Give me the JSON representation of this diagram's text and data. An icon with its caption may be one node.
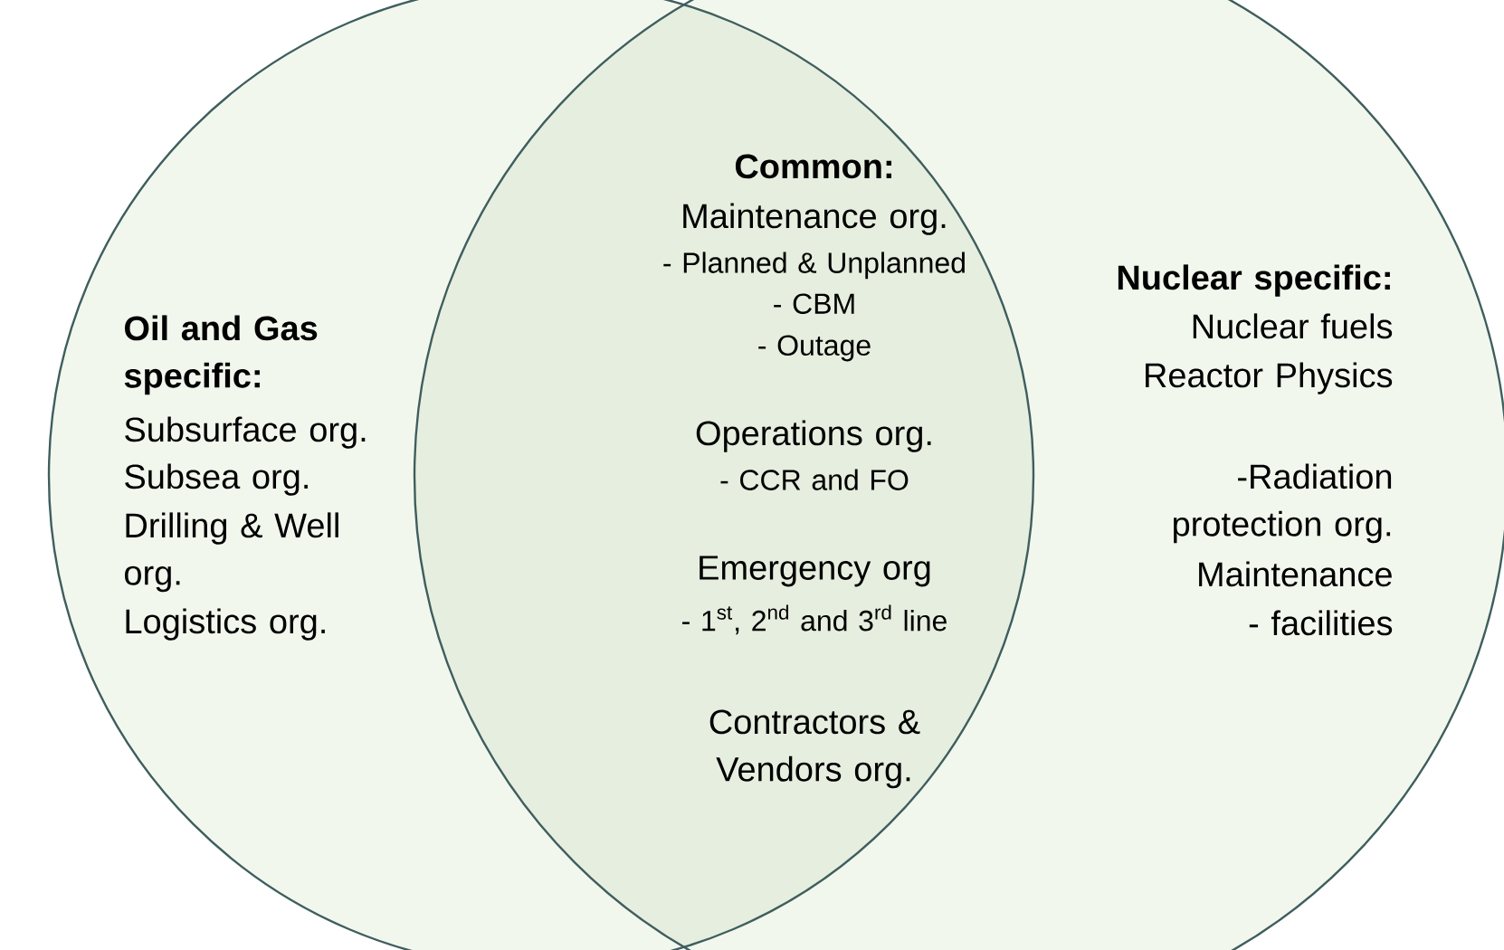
{
  "diagram": {
    "nodes": [
      {
        "text": [
          "Oil and Gas specific:",
          "Subsurface org.",
          "Subsea org.",
          "Drilling & Well org.",
          "Logistics org."
        ]
      },
      {
        "text": [
          "Nuclear specific:",
          "Nuclear fuels",
          "Reactor Physics",
          "-Radiation protection org.",
          "Maintenance",
          "- facilities"
        ]
      },
      {
        "text": [
          "Common:",
          "Maintenance org.",
          "- Planned & Unplanned",
          "- CBM",
          "- Outage",
          "Operations org.",
          "- CCR and FO",
          "Emergency org",
          "- 1$^{st}$, 2$^{nd}$ and 3$^{rd}$ line",
          "Contractors & Vendors org."
        ]
      }
    ]
  }
}
